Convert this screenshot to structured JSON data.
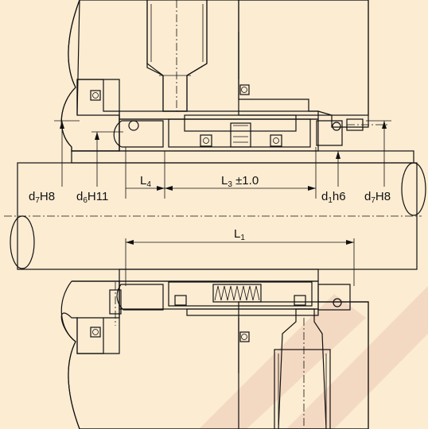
{
  "labels": {
    "d7_left": {
      "main": "d",
      "sub": "7",
      "tail": "H8"
    },
    "d6": {
      "main": "d",
      "sub": "6",
      "tail": "H11"
    },
    "d1": {
      "main": "d",
      "sub": "1",
      "tail": "h6"
    },
    "d7_right": {
      "main": "d",
      "sub": "7",
      "tail": "H8"
    },
    "L4": {
      "main": "L",
      "sub": "4",
      "tail": ""
    },
    "L3": {
      "main": "L",
      "sub": "3",
      "tail": " ±1.0"
    },
    "L1": {
      "main": "L",
      "sub": "1",
      "tail": ""
    }
  },
  "colors": {
    "background": "#fcecd2",
    "housing": "#ffffff",
    "seat_pink": "#f0b7d6",
    "seal_green": "#cfe6d2",
    "shaft": "#fcecd2",
    "watermark": "#f4d9c2",
    "line": "#111111"
  }
}
